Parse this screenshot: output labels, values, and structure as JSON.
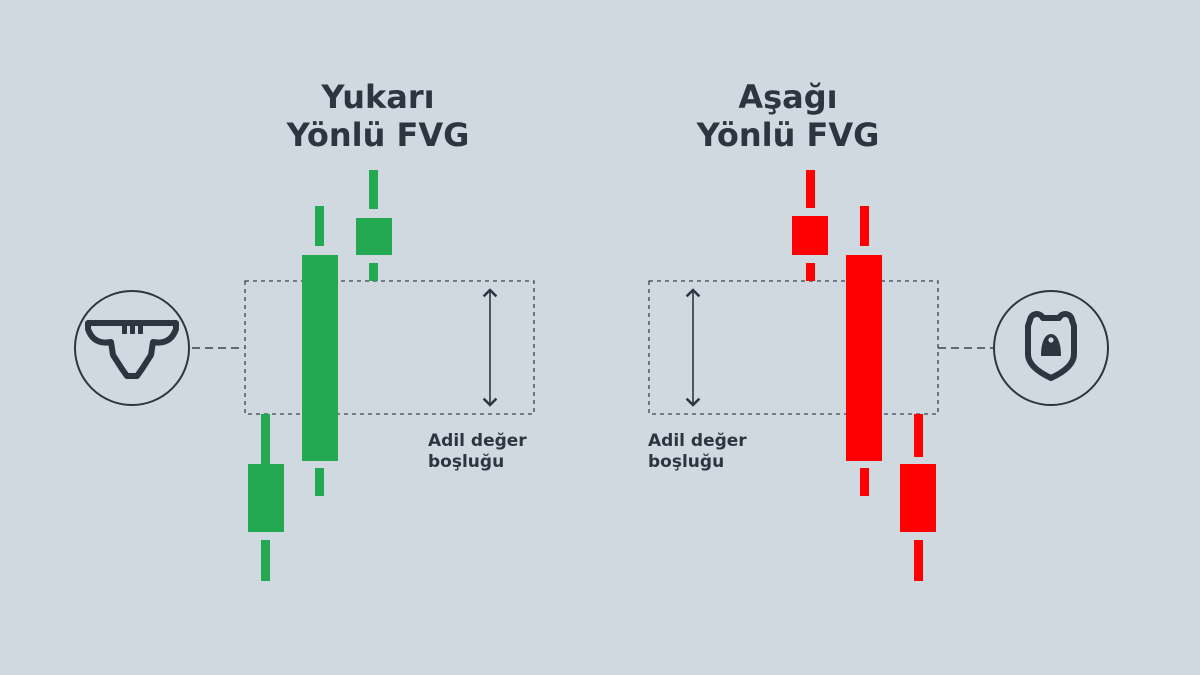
{
  "colors": {
    "background": "#d1d9e0",
    "bullish": "#22a951",
    "bearish": "#ff0000",
    "ink": "#2e3440"
  },
  "bullish_panel": {
    "title_line1": "Yukarı",
    "title_line2": "Yönlü FVG",
    "gap_label_line1": "Adil değer",
    "gap_label_line2": "boşluğu",
    "icon": "bull-icon"
  },
  "bearish_panel": {
    "title_line1": "Aşağı",
    "title_line2": "Yönlü FVG",
    "gap_label_line1": "Adil değer",
    "gap_label_line2": "boşluğu",
    "icon": "bear-icon"
  }
}
